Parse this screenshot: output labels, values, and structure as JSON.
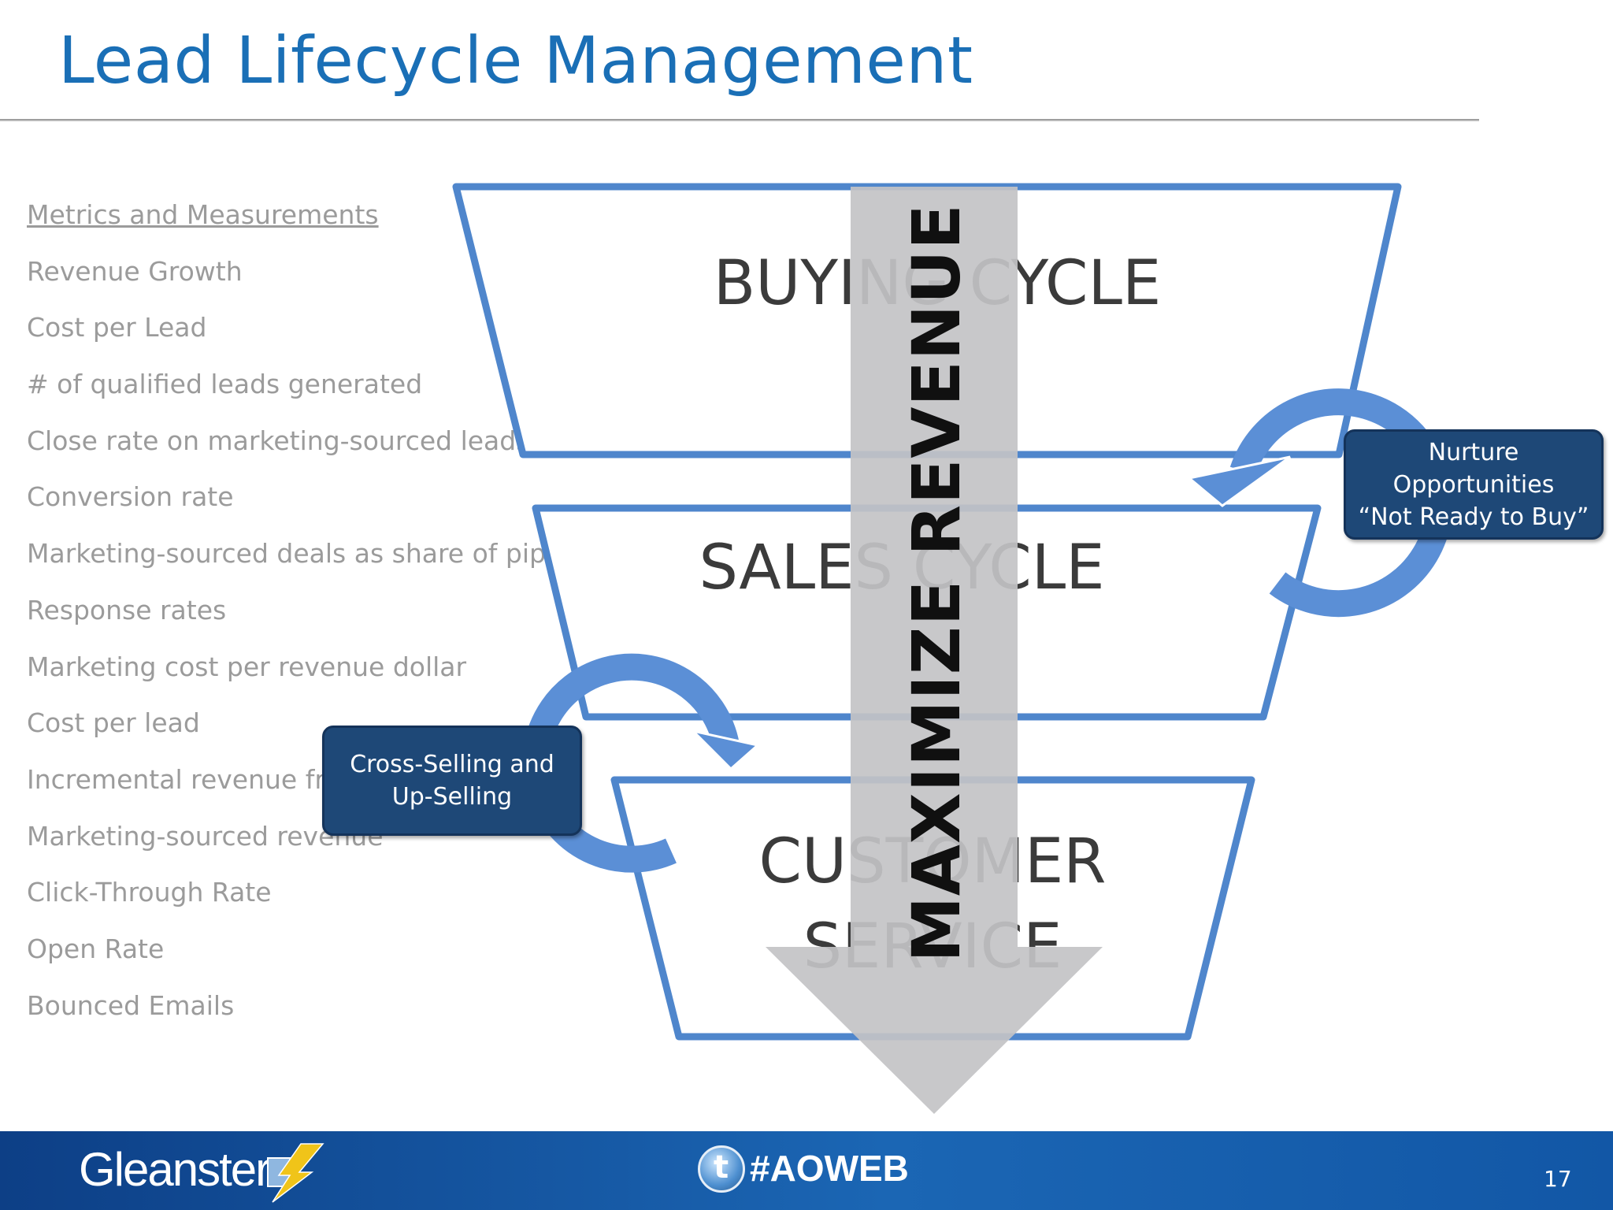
{
  "slide": {
    "title": "Lead Lifecycle Management",
    "page_number": "17"
  },
  "metrics": {
    "heading": "Metrics and Measurements",
    "items": [
      "Revenue Growth",
      "Cost per Lead",
      "# of qualified leads generated",
      "Close rate on marketing-sourced leads",
      "Conversion rate",
      "Marketing-sourced deals as share of pipe",
      "Response rates",
      "Marketing cost per revenue dollar",
      "Cost per lead",
      "Incremental revenue fr",
      "Marketing-sourced revenue",
      "Click-Through Rate",
      "Open Rate",
      "Bounced Emails"
    ]
  },
  "diagram": {
    "stages": {
      "buying": "BUYING CYCLE",
      "sales": "SALES CYCLE",
      "customer_line1": "CUSTOMER",
      "customer_line2": "SERVICE"
    },
    "banner": "MAXIMIZE REVENUE",
    "callouts": {
      "nurture": [
        "Nurture",
        "Opportunities",
        "“Not Ready to Buy”"
      ],
      "cross_sell": [
        "Cross-Selling and",
        "Up-Selling"
      ]
    },
    "colors": {
      "outline": "#4f86cc",
      "arrow": "#5b8fd6",
      "banner": "#c3c3c6",
      "callout": "#1e4877"
    }
  },
  "footer": {
    "logo": "Gleanster",
    "hashtag": "#AOWEB",
    "icons": [
      "gleanster-logo-icon",
      "twitter-icon"
    ]
  }
}
